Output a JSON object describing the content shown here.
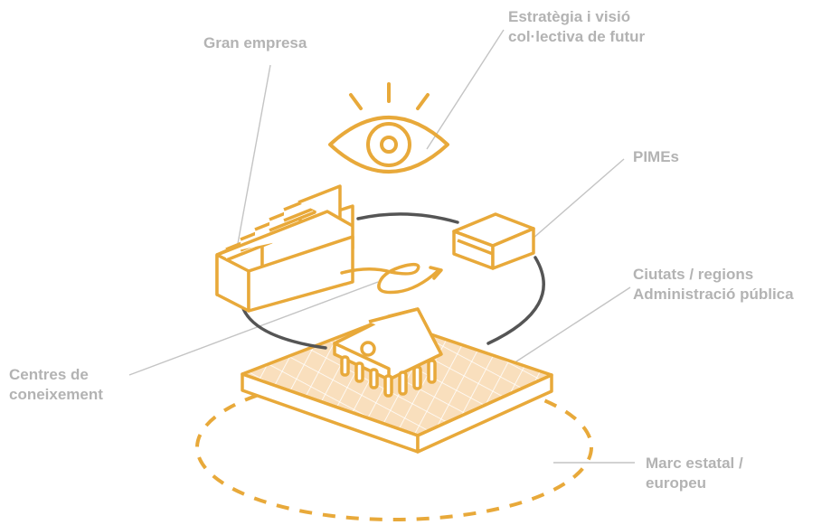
{
  "labels": {
    "strategy": {
      "line1": "Estratègia i visió",
      "line2": "col·lectiva de futur"
    },
    "large_company": {
      "line1": "Gran empresa"
    },
    "smes": {
      "line1": "PIMEs"
    },
    "cities": {
      "line1": "Ciutats / regions",
      "line2": "Administració pública"
    },
    "knowledge": {
      "line1": "Centres de",
      "line2": "coneixement"
    },
    "framework": {
      "line1": "Marc estatal /",
      "line2": "europeu"
    }
  },
  "colors": {
    "accent": "#e8a93a",
    "accent_fill": "#f7ddb8",
    "connector": "#555555",
    "leader": "#c4c4c4",
    "label": "#b3b3b3"
  }
}
